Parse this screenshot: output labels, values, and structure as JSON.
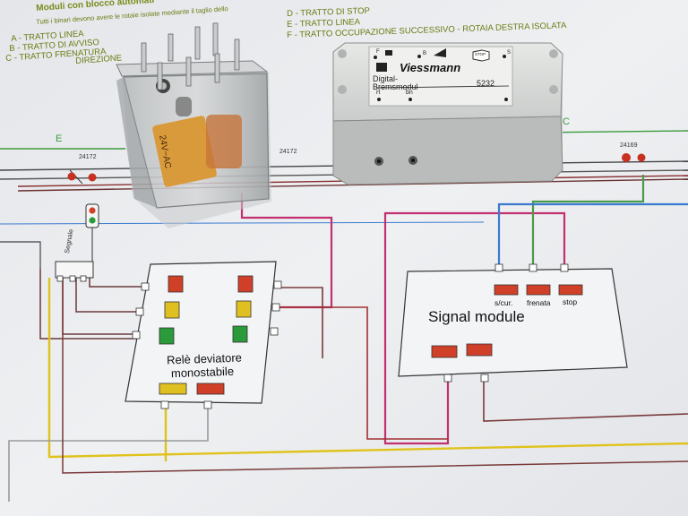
{
  "header": {
    "title_line": "Moduli con blocco automati",
    "subtitle": "Tutti i binari devono avere le rotaie isolate mediante il taglio dello",
    "legend_left": [
      "A - TRATTO LINEA",
      "B - TRATTO DI AVVISO",
      "C - TRATTO FRENATURA"
    ],
    "legend_left_tail": "DIREZIONE",
    "legend_right": [
      "D - TRATTO DI STOP",
      "E - TRATTO LINEA",
      "F - TRATTO OCCUPAZIONE SUCCESSIVO - ROTAIA DESTRA ISOLATA"
    ]
  },
  "track": {
    "section_e": "E",
    "section_c": "C",
    "codes": [
      "24172",
      "24172",
      "24169"
    ],
    "segnale_label": "Segnale"
  },
  "relay_box": {
    "label_line1": "Relè deviatore",
    "label_line2": "monostabile"
  },
  "signal_module": {
    "title": "Signal module",
    "terminals": [
      "s/cur.",
      "frenata",
      "stop"
    ]
  },
  "viessmann_module": {
    "brand": "Viessmann",
    "line1": "Digital-",
    "line2": "Bremsmodul",
    "model": "5232",
    "pins_top": [
      "F",
      "B",
      "S"
    ],
    "pins_bottom": [
      "rt",
      "bn"
    ],
    "stop_sign": "STOP"
  },
  "relay_component": {
    "marking": "24V~AC"
  },
  "colors": {
    "paper": "#ecedf0",
    "wire_red": "#9a3030",
    "wire_brown": "#7a4a3a",
    "wire_yellow": "#e0c21a",
    "wire_pink": "#c23070",
    "wire_green": "#4a9a4a",
    "wire_blue": "#3a7ad0",
    "wire_grey": "#9a9a9a",
    "led_red": "#d04028",
    "led_yellow": "#e0c020",
    "led_green": "#2a9a3a"
  }
}
